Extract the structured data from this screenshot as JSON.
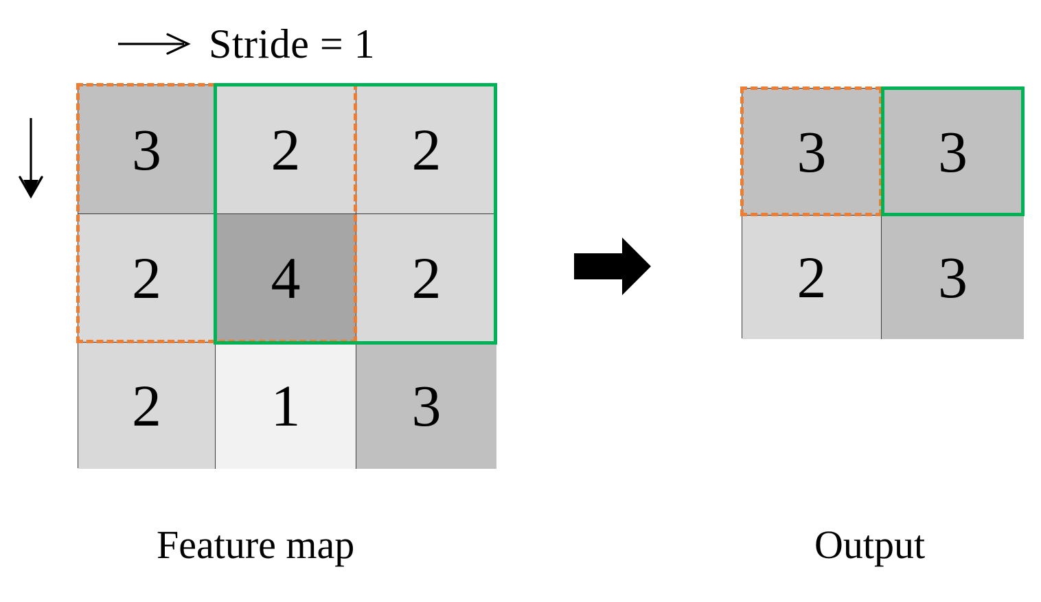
{
  "diagram": {
    "title_label": "Stride = 1",
    "arrows": {
      "horizontal_icon": "arrow-right-icon",
      "vertical_icon": "arrow-down-icon",
      "transform_icon": "block-arrow-right-icon"
    },
    "colors": {
      "window_dashed": "#ED7D31",
      "window_solid": "#00B256",
      "cell_border": "#3A3A3A",
      "value_3": "#C0C0C0",
      "value_2": "#D9D9D9",
      "value_4": "#A6A6A6",
      "value_1": "#F2F2F2",
      "background": "#FFFFFF"
    }
  },
  "feature_map": {
    "caption": "Feature map",
    "rows": [
      [
        {
          "value": "3",
          "fill": "#C0C0C0"
        },
        {
          "value": "2",
          "fill": "#D9D9D9"
        },
        {
          "value": "2",
          "fill": "#D9D9D9"
        }
      ],
      [
        {
          "value": "2",
          "fill": "#D9D9D9"
        },
        {
          "value": "4",
          "fill": "#A6A6A6"
        },
        {
          "value": "2",
          "fill": "#D9D9D9"
        }
      ],
      [
        {
          "value": "2",
          "fill": "#D9D9D9"
        },
        {
          "value": "1",
          "fill": "#F2F2F2"
        },
        {
          "value": "3",
          "fill": "#C0C0C0"
        }
      ]
    ],
    "windows": [
      {
        "name": "window-position-1",
        "style": "dashed",
        "color": "#ED7D31",
        "covers_cells": "rows 1-2, cols 1-2"
      },
      {
        "name": "window-position-2",
        "style": "solid",
        "color": "#00B256",
        "covers_cells": "rows 1-2, cols 2-3"
      }
    ]
  },
  "output": {
    "caption": "Output",
    "rows": [
      [
        {
          "value": "3",
          "fill": "#C0C0C0"
        },
        {
          "value": "3",
          "fill": "#C0C0C0"
        }
      ],
      [
        {
          "value": "2",
          "fill": "#D9D9D9"
        },
        {
          "value": "3",
          "fill": "#C0C0C0"
        }
      ]
    ],
    "windows": [
      {
        "name": "result-position-1",
        "style": "dashed",
        "color": "#ED7D31",
        "covers_cells": "row 1, col 1"
      },
      {
        "name": "result-position-2",
        "style": "solid",
        "color": "#00B256",
        "covers_cells": "row 1, col 2"
      }
    ]
  },
  "chart_data": {
    "type": "heatmap",
    "title": "Stride = 1",
    "annotations": [
      "Stride = 1",
      "Feature map",
      "Output"
    ],
    "grids": [
      {
        "name": "Feature map",
        "shape": [
          3,
          3
        ],
        "values": [
          [
            3,
            2,
            2
          ],
          [
            2,
            4,
            2
          ],
          [
            2,
            1,
            3
          ]
        ],
        "xlabel": "",
        "ylabel": ""
      },
      {
        "name": "Output",
        "shape": [
          2,
          2
        ],
        "values": [
          [
            3,
            3
          ],
          [
            2,
            3
          ]
        ],
        "xlabel": "",
        "ylabel": ""
      }
    ],
    "legend": [],
    "grid": true
  }
}
